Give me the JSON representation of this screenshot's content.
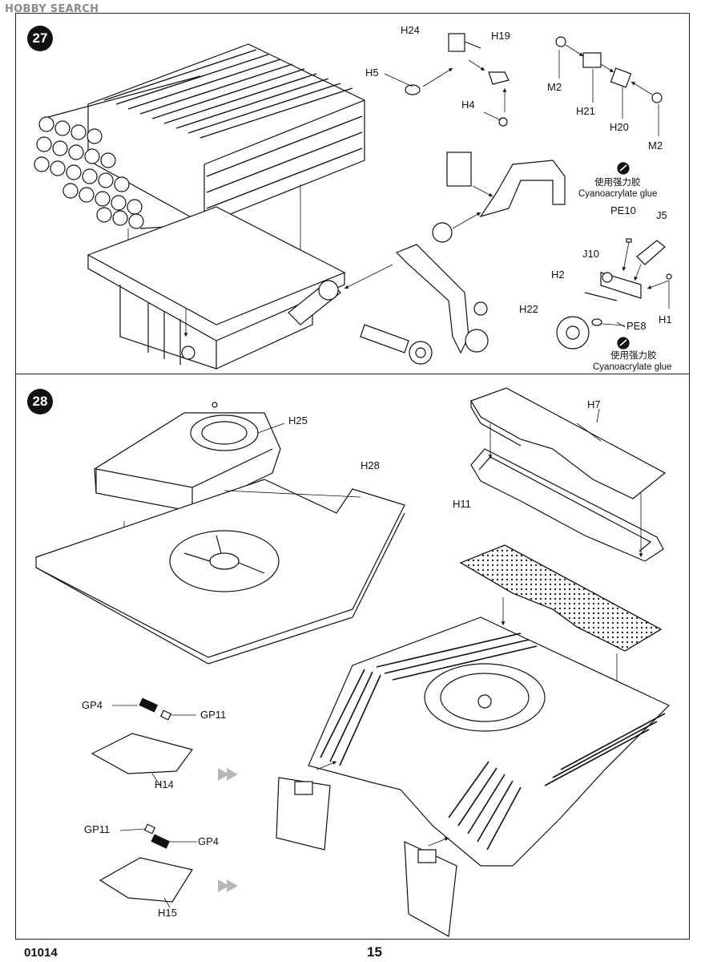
{
  "watermark": "HOBBY SEARCH",
  "steps": [
    {
      "number": "27",
      "labels": {
        "H24": "H24",
        "H19": "H19",
        "H5": "H5",
        "H4": "H4",
        "M2_a": "M2",
        "H21": "H21",
        "H20": "H20",
        "M2_b": "M2",
        "PE10": "PE10",
        "J5": "J5",
        "J10": "J10",
        "H2": "H2",
        "H1": "H1",
        "H22": "H22",
        "PE8": "PE8"
      },
      "glue_notes": [
        {
          "cn": "使用强力胶",
          "en": "Cyanoacrylate glue"
        },
        {
          "cn": "使用强力胶",
          "en": "Cyanoacrylate glue"
        }
      ]
    },
    {
      "number": "28",
      "labels": {
        "H25": "H25",
        "H28": "H28",
        "H7": "H7",
        "H11": "H11",
        "GP4_a": "GP4",
        "GP11_a": "GP11",
        "H14": "H14",
        "GP11_b": "GP11",
        "GP4_b": "GP4",
        "H15": "H15"
      }
    }
  ],
  "footer": {
    "code": "01014",
    "page": "15"
  },
  "colors": {
    "ink": "#111111",
    "frame": "#222222",
    "badge": "#111111",
    "arrow_gray": "#b8b8b8"
  }
}
